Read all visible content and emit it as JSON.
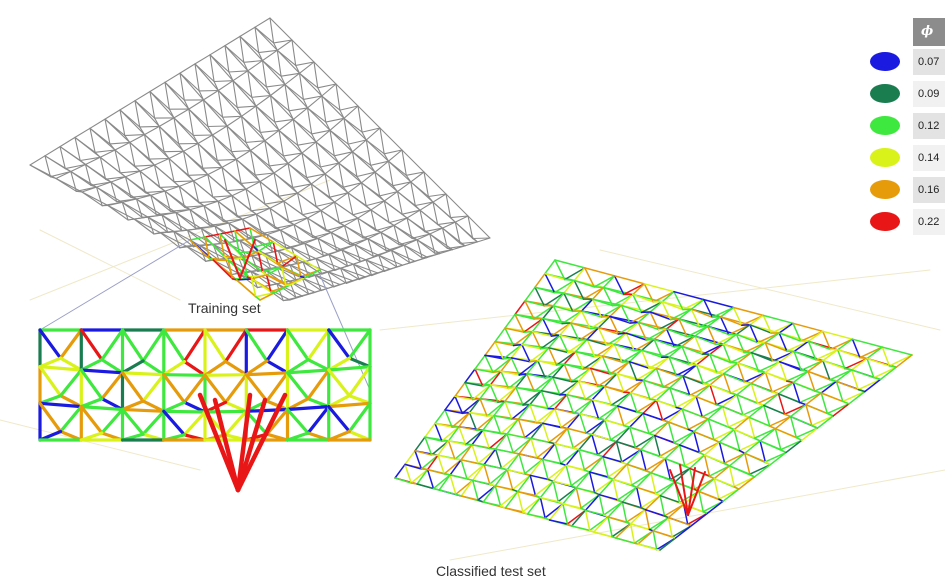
{
  "captions": {
    "training": "Training set",
    "test": "Classified test set"
  },
  "legend": {
    "header": "ϕ",
    "entries": [
      {
        "value": "0.07",
        "color": "#1a1ae0"
      },
      {
        "value": "0.09",
        "color": "#1a7d50"
      },
      {
        "value": "0.12",
        "color": "#3ee83e"
      },
      {
        "value": "0.14",
        "color": "#d8f21a"
      },
      {
        "value": "0.16",
        "color": "#e69b0a"
      },
      {
        "value": "0.22",
        "color": "#e81616"
      }
    ]
  },
  "colors": {
    "structure": "#8a8a8a",
    "connector": "#9aa0c8",
    "ground": "#efe9c8"
  }
}
